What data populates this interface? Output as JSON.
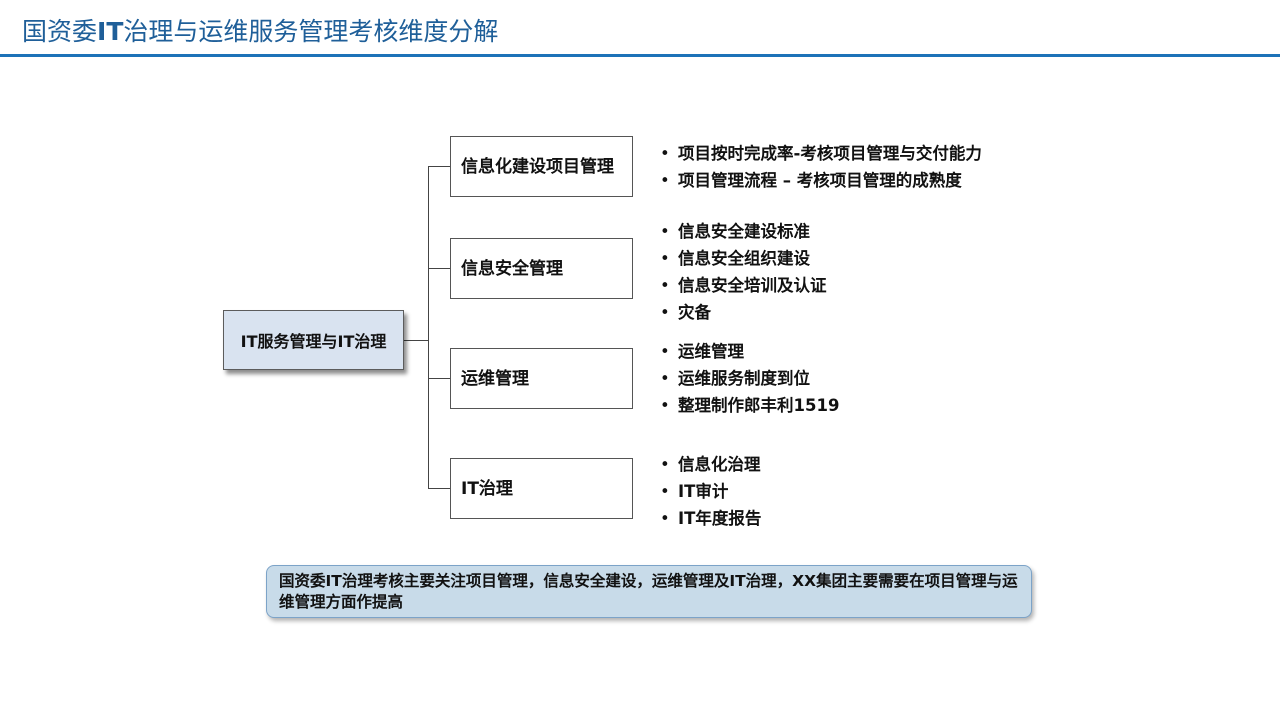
{
  "header": {
    "title_prefix": "国资委",
    "title_bold": "IT",
    "title_suffix": "治理与运维服务管理考核维度分解"
  },
  "diagram": {
    "root": "IT服务管理与IT治理",
    "branches": [
      {
        "label": "信息化建设项目管理",
        "points": [
          "项目按时完成率-考核项目管理与交付能力",
          "项目管理流程 – 考核项目管理的成熟度"
        ]
      },
      {
        "label": "信息安全管理",
        "points": [
          "信息安全建设标准",
          "信息安全组织建设",
          "信息安全培训及认证",
          "灾备"
        ]
      },
      {
        "label": "运维管理",
        "points": [
          "运维管理",
          "运维服务制度到位",
          "整理制作郎丰利1519"
        ]
      },
      {
        "label": "IT治理",
        "points": [
          "信息化治理",
          "IT审计",
          "IT年度报告"
        ]
      }
    ]
  },
  "note": {
    "text": "国资委IT治理考核主要关注项目管理，信息安全建设，运维管理及IT治理，XX集团主要需要在项目管理与运维管理方面作提高"
  }
}
